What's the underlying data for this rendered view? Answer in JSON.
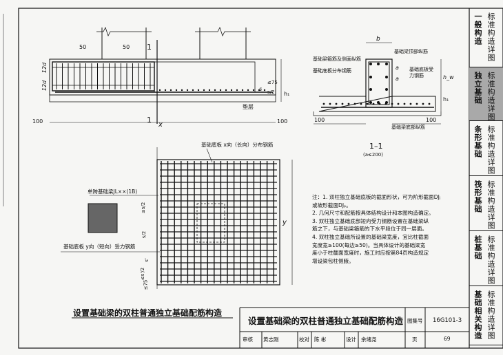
{
  "sidebar": {
    "tabs": [
      {
        "left": "标准构造详图",
        "right": "一般构造"
      },
      {
        "left": "标准构造详图",
        "right": "独立基础"
      },
      {
        "left": "标准构造详图",
        "right": "条形基础"
      },
      {
        "left": "标准构造详图",
        "right": "筏形基础"
      },
      {
        "left": "标准构造详图",
        "right": "桩基础"
      },
      {
        "left": "标准构造详图",
        "right": "基础相关构造"
      }
    ],
    "active_index": 1,
    "active_color": "#a9a9a9"
  },
  "drawing": {
    "elevation": {
      "dim_50_left": "50",
      "dim_50_right": "50",
      "dim_12d_top": "12d",
      "dim_12d_bottom": "12d",
      "s_label": "s",
      "le75": "≤75",
      "s2": "s/2",
      "h1": "h₁",
      "dim_100_left": "100",
      "dim_100_right": "100",
      "x_label": "x",
      "cushion": "垫层",
      "cut_mark_1": "1",
      "cut_mark_2": "1"
    },
    "section": {
      "b_label": "b",
      "callout_side_bars": "基础梁箍筋及侧面纵筋",
      "callout_slab_dist": "基础底板分布钢筋",
      "callout_top_bars": "基础梁顶部纵筋",
      "callout_slab_main": "基础底板受力钢筋",
      "callout_bottom_bars": "基础梁底部纵筋",
      "a_label_1": "a",
      "a_label_2": "a",
      "hw": "h_w",
      "h1": "h₁",
      "dim_100_left": "100",
      "dim_100_right": "100",
      "title": "1–1",
      "subtitle": "(a≤200)"
    },
    "plan": {
      "callout_x_bars": "基础底板 x向（长向）分布钢筋",
      "callout_beam": "单跨基础梁JL××(1B)",
      "callout_y_bars": "基础底板 y向（短向）受力钢筋",
      "s_over_2_a": "≤s/2",
      "s_over_2_b": "s/2",
      "s_prime": "s'",
      "s_over_2_c": "≤s'/2",
      "le75": "≤75",
      "y_label": "y"
    },
    "caption": "设置基础梁的双柱普通独立基础配筋构造"
  },
  "notes": [
    "注：1. 双柱独立基础底板的截面形状，可为阶形截面DJⱼ",
    "      或坡形截面DJₚ。",
    "   2. 几何尺寸和配筋按具体结构设计和本图构造确定。",
    "   3. 双柱独立基础底部短向受力钢筋设置在基础梁纵",
    "      筋之下，与基础梁箍筋的下水平段位于同一层面。",
    "   4. 双柱独立基础所设置的基础梁宽度，宜比柱截面",
    "      宽度宽≥100(每边≥50)。当具体设计的基础梁宽",
    "      度小于柱截面宽度时，施工时应按第84页构造规定",
    "      增设梁包柱侧腋。"
  ],
  "title_block": {
    "title": "设置基础梁的双柱普通独立基础配筋构造",
    "atlas_label": "图集号",
    "atlas_no": "16G101-3",
    "review_label": "审核",
    "review_name": "黄志刚",
    "check_label": "校对",
    "check_name": "陈 彬",
    "design_label": "设计",
    "design_name": "余绪尧",
    "page_label": "页",
    "page_no": "69"
  }
}
